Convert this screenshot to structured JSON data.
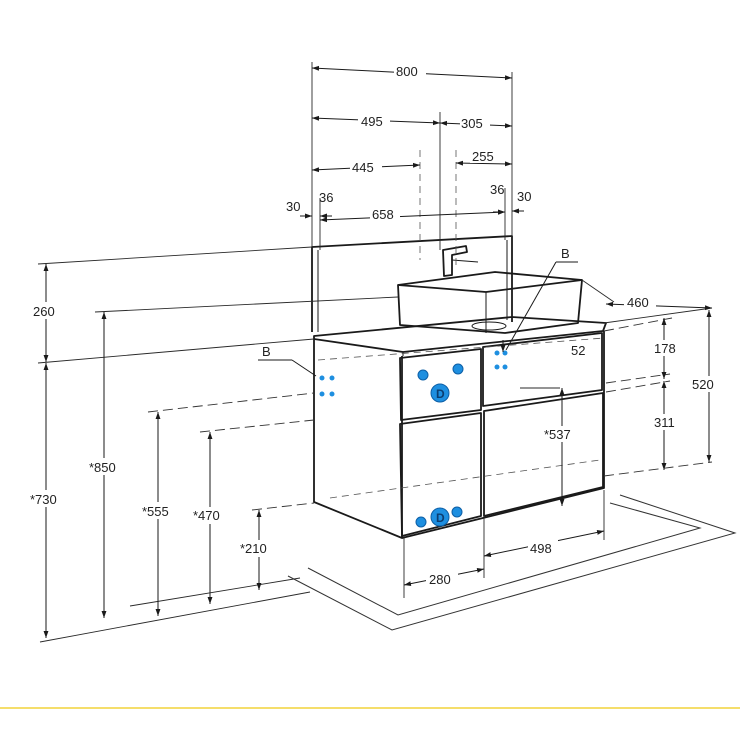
{
  "colors": {
    "line": "#1a1a1a",
    "marker": "#1e8fe0",
    "footer_rule": "#f2d33a"
  },
  "dimensions": {
    "d800": "800",
    "d495": "495",
    "d305": "305",
    "d445": "445",
    "d255": "255",
    "d30a": "30",
    "d36a": "36",
    "d658": "658",
    "d36b": "36",
    "d30b": "30",
    "d260": "260",
    "d460": "460",
    "d178": "178",
    "d52": "52",
    "d520": "520",
    "d311": "311",
    "d537": "*537",
    "d850": "*850",
    "d730": "*730",
    "d555": "*555",
    "d470": "*470",
    "d210": "*210",
    "d498": "498",
    "d280": "280"
  },
  "labels": {
    "b_left": "B",
    "b_right": "B",
    "drain_mark": "D"
  }
}
